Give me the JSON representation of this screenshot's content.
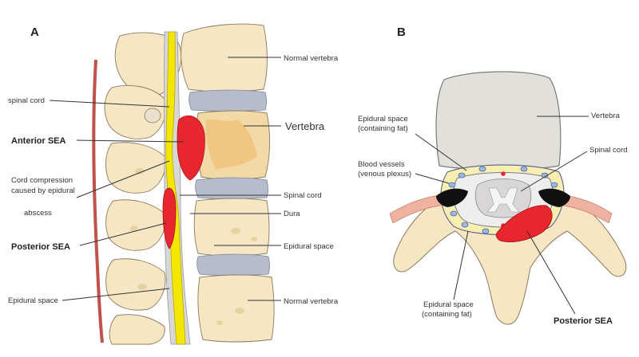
{
  "panel_a": {
    "letter": "A",
    "labels": {
      "spinal_cord_left": "spinal cord",
      "anterior_sea": "Anterior SEA",
      "cord_compression_1": "Cord compression",
      "cord_compression_2": "caused by epidural",
      "cord_compression_3": "abscess",
      "posterior_sea": "Posterior SEA",
      "epidural_space_left": "Epidural space",
      "normal_vertebra_top": "Normal vertebra",
      "vertebra": "Vertebra",
      "spinal_cord_right": "Spinal cord",
      "dura": "Dura",
      "epidural_space_right": "Epidural space",
      "normal_vertebra_bottom": "Normal vertebra"
    }
  },
  "panel_b": {
    "letter": "B",
    "labels": {
      "epidural_fat_top_1": "Epidural space",
      "epidural_fat_top_2": "(containing fat)",
      "blood_vessels_1": "Blood vessels",
      "blood_vessels_2": "(venous plexus)",
      "vertebra": "Vertebra",
      "spinal_cord": "Spinal cord",
      "epidural_fat_bottom_1": "Epidural space",
      "epidural_fat_bottom_2": "(containing fat)",
      "posterior_sea": "Posterior SEA"
    }
  },
  "colors": {
    "abscess": "#e8262d",
    "bone": "#f6e6c4",
    "disc": "#b6bccb",
    "cord": "#f3e600",
    "dura": "#c5c5c5",
    "vessel": "#c0524c"
  }
}
